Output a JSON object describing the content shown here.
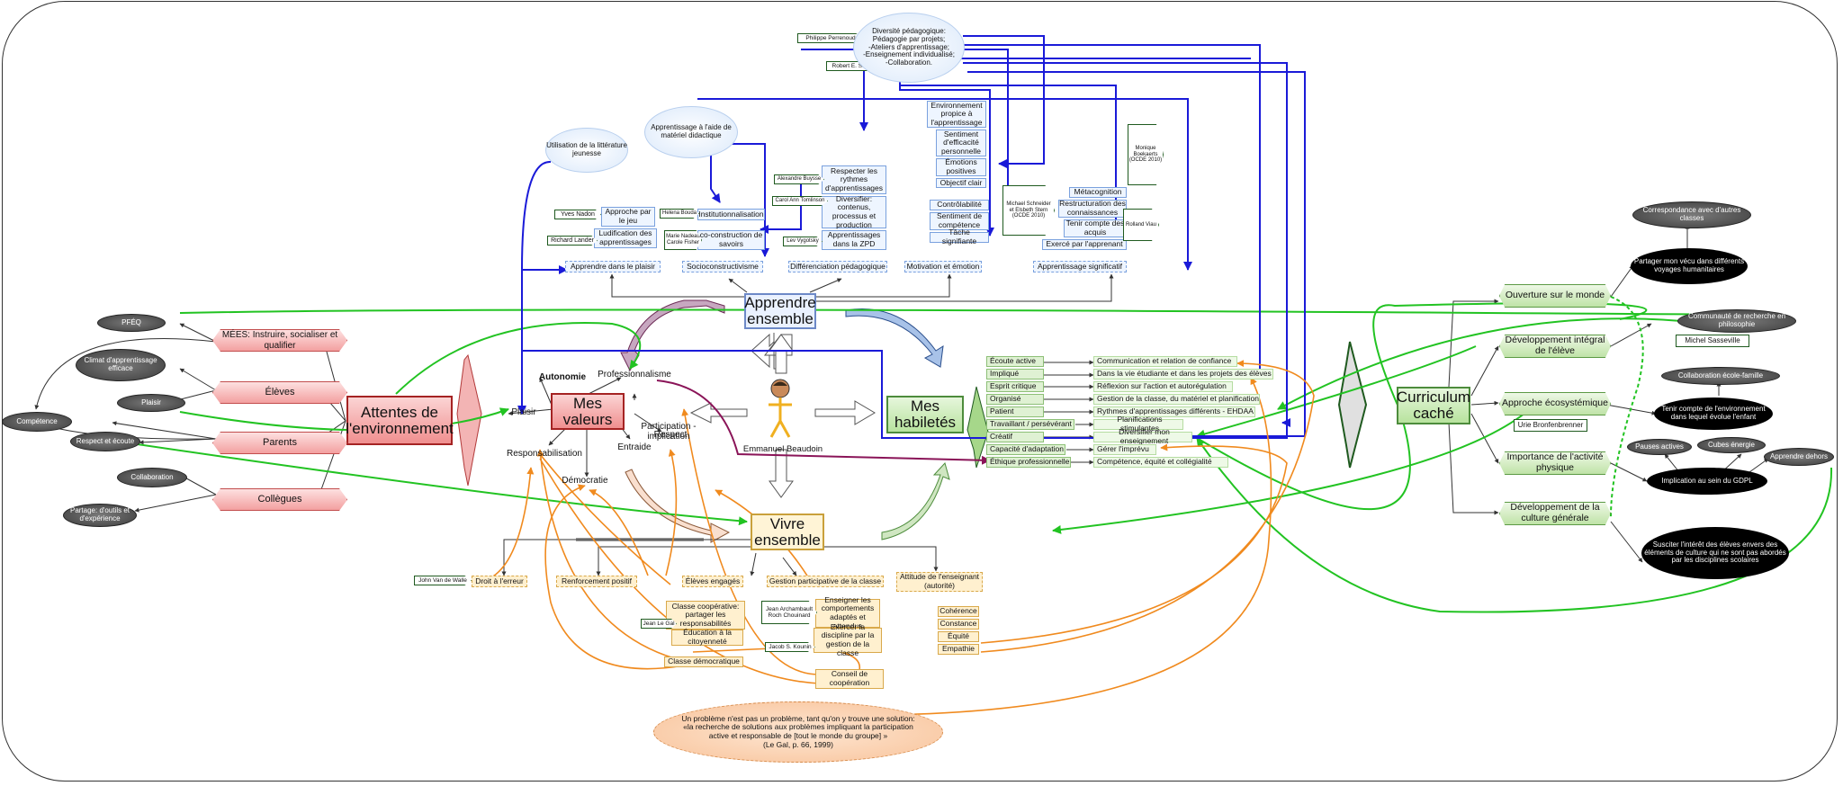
{
  "center": {
    "apprendre": "Apprendre\nensemble",
    "valeurs": "Mes\nvaleurs",
    "habiletes": "Mes\nhabiletés",
    "vivre": "Vivre\nensemble",
    "attentes": "Attentes de\nl'environnement",
    "curriculum": "Curriculum\ncaché",
    "person": "Emmanuel Beaudoin"
  },
  "attentes": {
    "branches": [
      "MÉES: Instruire, socialiser et qualifier",
      "Élèves",
      "Parents",
      "Collègues"
    ],
    "leaves": [
      "PFÉQ",
      "Climat d'apprentissage efficace",
      "Plaisir",
      "Compétence",
      "Respect et écoute",
      "Collaboration",
      "Partage: d'outils et d'expérience"
    ]
  },
  "valeurs": {
    "items": [
      "Autonomie",
      "Professionnalisme",
      "Plaisir",
      "Participation - implication",
      "Respect",
      "Entraide",
      "Responsabilisation",
      "Démocratie"
    ]
  },
  "apprendre": {
    "categories": [
      "Apprendre dans le plaisir",
      "Socioconstructivisme",
      "Différenciation pédagogique",
      "Motivation et émotion",
      "Apprentissage significatif"
    ],
    "plaisir": [
      "Approche par le jeu",
      "Ludification des apprentissages"
    ],
    "socio": [
      "Institutionnalisation",
      "co-construction de savoirs"
    ],
    "diff": [
      "Respecter les rythmes d'apprentissages",
      "Diversifier: contenus, processus et production",
      "Apprentissages dans la ZPD"
    ],
    "diffTop": [
      "Environnement propice à l'apprentissage",
      "Sentiment d'efficacité personnelle",
      "Émotions positives",
      "Objectif clair"
    ],
    "motiv": [
      "Contrôlabilité",
      "Sentiment de compétence",
      "Tâche signifiante"
    ],
    "signif": [
      "Métacognition",
      "Restructuration des connaissances",
      "Tenir compte des acquis",
      "Exercé par l'apprenant"
    ],
    "authors": [
      "Yves Nadon",
      "Richard Lander",
      "Helena Bouda",
      "Marie Nadeau Carole Fisher",
      "Alexandre Buysse",
      "Carol Ann Tomlinson",
      "Lev Vygotsky",
      "Monique Boekaerts (OCDE 2010)",
      "Rolland Viau",
      "Michael Schneider et Elsbeth Stern (OCDE 2010)",
      "Philippe Perrenoud",
      "Robert E. Slavin"
    ],
    "clouds": [
      "Diversité pédagogique:\nPédagogie par projets;\n-Ateliers d'apprentissage;\n-Enseignement individualisé;\n-Collaboration.",
      "Apprentissage à l'aide de matériel didactique",
      "Utilisation de la littérature jeunesse"
    ]
  },
  "habiletes": {
    "left": [
      "Écoute active",
      "Impliqué",
      "Esprit critique",
      "Organisé",
      "Patient",
      "Travaillant / persévérant",
      "Créatif",
      "Capacité d'adaptation",
      "Éthique professionnelle"
    ],
    "right": [
      "Communication et relation de confiance",
      "Dans la vie étudiante et dans les projets des élèves",
      "Réflexion sur l'action et autorégulation",
      "Gestion de la classe, du matériel et planification",
      "Rythmes d'apprentissages différents - EHDAA",
      "Planifications stimulantes",
      "Diversifier mon enseignement",
      "Gérer l'imprévu",
      "Compétence, équité et collégialité"
    ]
  },
  "vivre": {
    "categories": [
      "Droit à l'erreur",
      "Renforcement positif",
      "Élèves engagés",
      "Gestion participative de la classe",
      "Attitude de l'enseignant (autorité)"
    ],
    "engages": [
      "Classe coopérative: partager les responsabilités",
      "Éducation à la citoyenneté",
      "Classe démocratique"
    ],
    "gestion": [
      "Enseigner les comportements adaptés et attendus",
      "Exercer la discipline par la gestion de la classe",
      "Conseil de coopération"
    ],
    "attitude": [
      "Cohérence",
      "Constance",
      "Équité",
      "Empathie"
    ],
    "authors": [
      "John Van de Walle",
      "Jean Le Gal",
      "Jean Archambault Roch Chouinard",
      "Jacob S. Kounin"
    ],
    "quote": "Un problème n'est pas un problème, tant qu'on y trouve une solution:\n«la recherche de solutions aux problèmes impliquant la participation\nactive et responsable de [tout le monde du groupe] »\n(Le Gal, p. 66, 1999)"
  },
  "curriculum": {
    "branches": [
      "Ouverture sur le monde",
      "Développement intégral de l'élève",
      "Approche écosystémique",
      "Importance de l'activité physique",
      "Développement de la culture générale"
    ],
    "leaves": [
      "Correspondance avec d'autres classes",
      "Partager mon vécu dans différents voyages humanitaires",
      "Communauté de recherche en philosophie",
      "Collaboration école-famille",
      "Tenir compte de l'environnement dans lequel évolue l'enfant",
      "Pauses actives",
      "Cubes énergie",
      "Apprendre dehors",
      "Implication au sein du GDPL",
      "Susciter l'intérêt des élèves envers des éléments de culture qui ne sont pas abordés par les disciplines scolaires"
    ],
    "authors": [
      "Michel Sasseville",
      "Urie Bronfenbrenner"
    ]
  },
  "colors": {
    "green": "#22c322",
    "blue": "#1a1ad8",
    "orange": "#f08a1e",
    "purple": "#8a1458",
    "gray": "#333333"
  }
}
